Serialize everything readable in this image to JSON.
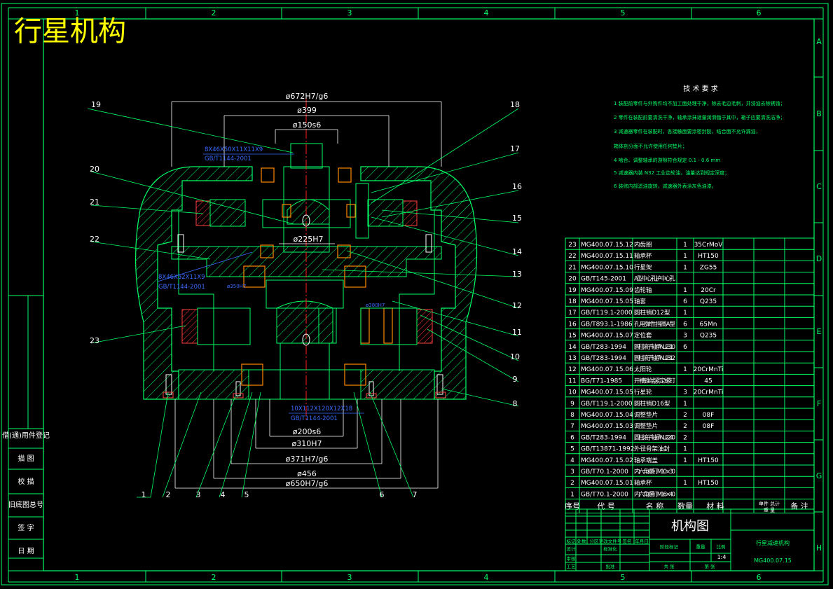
{
  "title": "行星机构",
  "zone_cols": [
    "1",
    "2",
    "3",
    "4",
    "5",
    "6"
  ],
  "zone_rows": [
    "A",
    "B",
    "C",
    "D",
    "E",
    "F",
    "G",
    "H"
  ],
  "tech_req": {
    "heading": "技 术 要 求",
    "items": [
      "1 装配前零件与外购件均不加工面处理干净，除去毛边毛刺，并浸油去除锈蚀；",
      "2 零件在装配前要清洗干净，轴承涂抹适量润滑脂于其中，箱子应要清洗洁净；",
      "3 减速器零件在装配时，各接触面要涂密封胶，结合面不允许漏油，",
      "   箱体剖分面不允许使用任何垫片；",
      "4 啮合、调整轴承的游隙符合规定 0.1 - 0.6 mm",
      "5 减速器内装 N32 工业齿轮油，油量达到规定深度；",
      "6 装修内部滤油旋转，减速器外表涂灰色油漆。"
    ]
  },
  "dims": {
    "d672": "ø672H7/g6",
    "d399": "ø399",
    "d150": "ø150s6",
    "d225": "ø225H7",
    "d200": "ø200s6",
    "d310": "ø310H7",
    "d371": "ø371H7/g6",
    "d456": "ø456",
    "d650": "ø650H7/g6"
  },
  "blue_notes": {
    "n1": "8X46X50X11X11X9",
    "n1b": "GB/T1144-2001",
    "n2": "8X46X52X11X9",
    "n2b": "GB/T1144-2001",
    "n3": "10X112X120X12X18",
    "n3b": "GB/T1144-2001",
    "n4": "ø350H7",
    "n5": "ø380H7"
  },
  "balloons": [
    "1",
    "2",
    "3",
    "4",
    "5",
    "6",
    "7",
    "8",
    "9",
    "10",
    "11",
    "12",
    "13",
    "14",
    "15",
    "16",
    "17",
    "18",
    "19",
    "20",
    "21",
    "22",
    "23"
  ],
  "bom": {
    "rows": [
      {
        "no": "23",
        "code": "MG400.07.15.12",
        "name": "内齿圈",
        "qty": "1",
        "mat": "35CrMoV"
      },
      {
        "no": "22",
        "code": "MG400.07.15.11",
        "name": "轴承杯",
        "qty": "1",
        "mat": "HT150"
      },
      {
        "no": "21",
        "code": "MG400.07.15.10",
        "name": "行星架",
        "qty": "1",
        "mat": "ZG55"
      },
      {
        "no": "20",
        "code": "GB/T145-2001",
        "name": "A型中心孔护中心孔",
        "qty": "",
        "mat": ""
      },
      {
        "no": "19",
        "code": "MG400.07.15.09",
        "name": "齿轮轴",
        "qty": "1",
        "mat": "20Cr"
      },
      {
        "no": "18",
        "code": "MG400.07.15.05",
        "name": "轴套",
        "qty": "6",
        "mat": "Q235"
      },
      {
        "no": "17",
        "code": "GB/T119.1-2000",
        "name": "圆柱销D12型",
        "qty": "1",
        "mat": ""
      },
      {
        "no": "16",
        "code": "GB/T893.1-1986",
        "name": "孔用弹性挡圈A型",
        "qty": "6",
        "mat": "65Mn"
      },
      {
        "no": "15",
        "code": "MG400.07.15.07",
        "name": "定位套",
        "qty": "3",
        "mat": "Q235"
      },
      {
        "no": "14",
        "code": "GB/T283-1994",
        "name": "圆柱滚子轴承NU2310",
        "qty": "6",
        "mat": ""
      },
      {
        "no": "13",
        "code": "GB/T283-1994",
        "name": "圆柱滚子轴承NU2312",
        "qty": "",
        "mat": ""
      },
      {
        "no": "12",
        "code": "MG400.07.15.06",
        "name": "太阳轮",
        "qty": "1",
        "mat": "20CrMnTi"
      },
      {
        "no": "11",
        "code": "BG/T71-1985",
        "name": "开槽锥端紧定螺钉",
        "qty": "",
        "mat": "45"
      },
      {
        "no": "10",
        "code": "MG400.07.15.05",
        "name": "行星轮",
        "qty": "3",
        "mat": "20CrMnTi"
      },
      {
        "no": "9",
        "code": "GB/T119.1-2000",
        "name": "圆柱销D16型",
        "qty": "1",
        "mat": ""
      },
      {
        "no": "8",
        "code": "MG400.07.15.04",
        "name": "调整垫片",
        "qty": "2",
        "mat": "08F"
      },
      {
        "no": "7",
        "code": "MG400.07.15.03",
        "name": "调整垫片",
        "qty": "2",
        "mat": "08F"
      },
      {
        "no": "6",
        "code": "GB/T283-1994",
        "name": "圆柱滚子轴承NU2240",
        "qty": "2",
        "mat": ""
      },
      {
        "no": "5",
        "code": "GB/T13871-1992",
        "name": "外径骨架油封",
        "qty": "1",
        "mat": ""
      },
      {
        "no": "4",
        "code": "MG400.07.15.02",
        "name": "轴承端盖",
        "qty": "1",
        "mat": "HT150"
      },
      {
        "no": "3",
        "code": "GB/T70.1-2000",
        "name": "内六角螺钉M10×30",
        "qty": "",
        "mat": ""
      },
      {
        "no": "2",
        "code": "MG400.07.15.01",
        "name": "轴承杯",
        "qty": "1",
        "mat": "HT150"
      },
      {
        "no": "1",
        "code": "GB/T70.1-2000",
        "name": "内六角螺钉M16×40",
        "qty": "",
        "mat": ""
      }
    ],
    "header": {
      "no": "序号",
      "code": "代 号",
      "name": "名 称",
      "qty": "数量",
      "mat": "材 料",
      "wt": "单件 总计",
      "wt2": "重 量",
      "note": "备 注"
    }
  },
  "title_block": {
    "drawing_name": "机构图",
    "project": "行星减速机构",
    "drawing_no": "MG400.07.15",
    "scale": "1:4",
    "labels": [
      "标记",
      "处数",
      "分区",
      "更改文件号",
      "签名",
      "年月日",
      "设计",
      "标准化",
      "阶段标记",
      "重量",
      "比例",
      "审核",
      "工艺",
      "批准",
      "共 张",
      "第 张"
    ]
  },
  "left_stamp": [
    "借(通)用件登记",
    "描 图",
    "校 描",
    "旧底图总号",
    "签 字",
    "日 期"
  ]
}
